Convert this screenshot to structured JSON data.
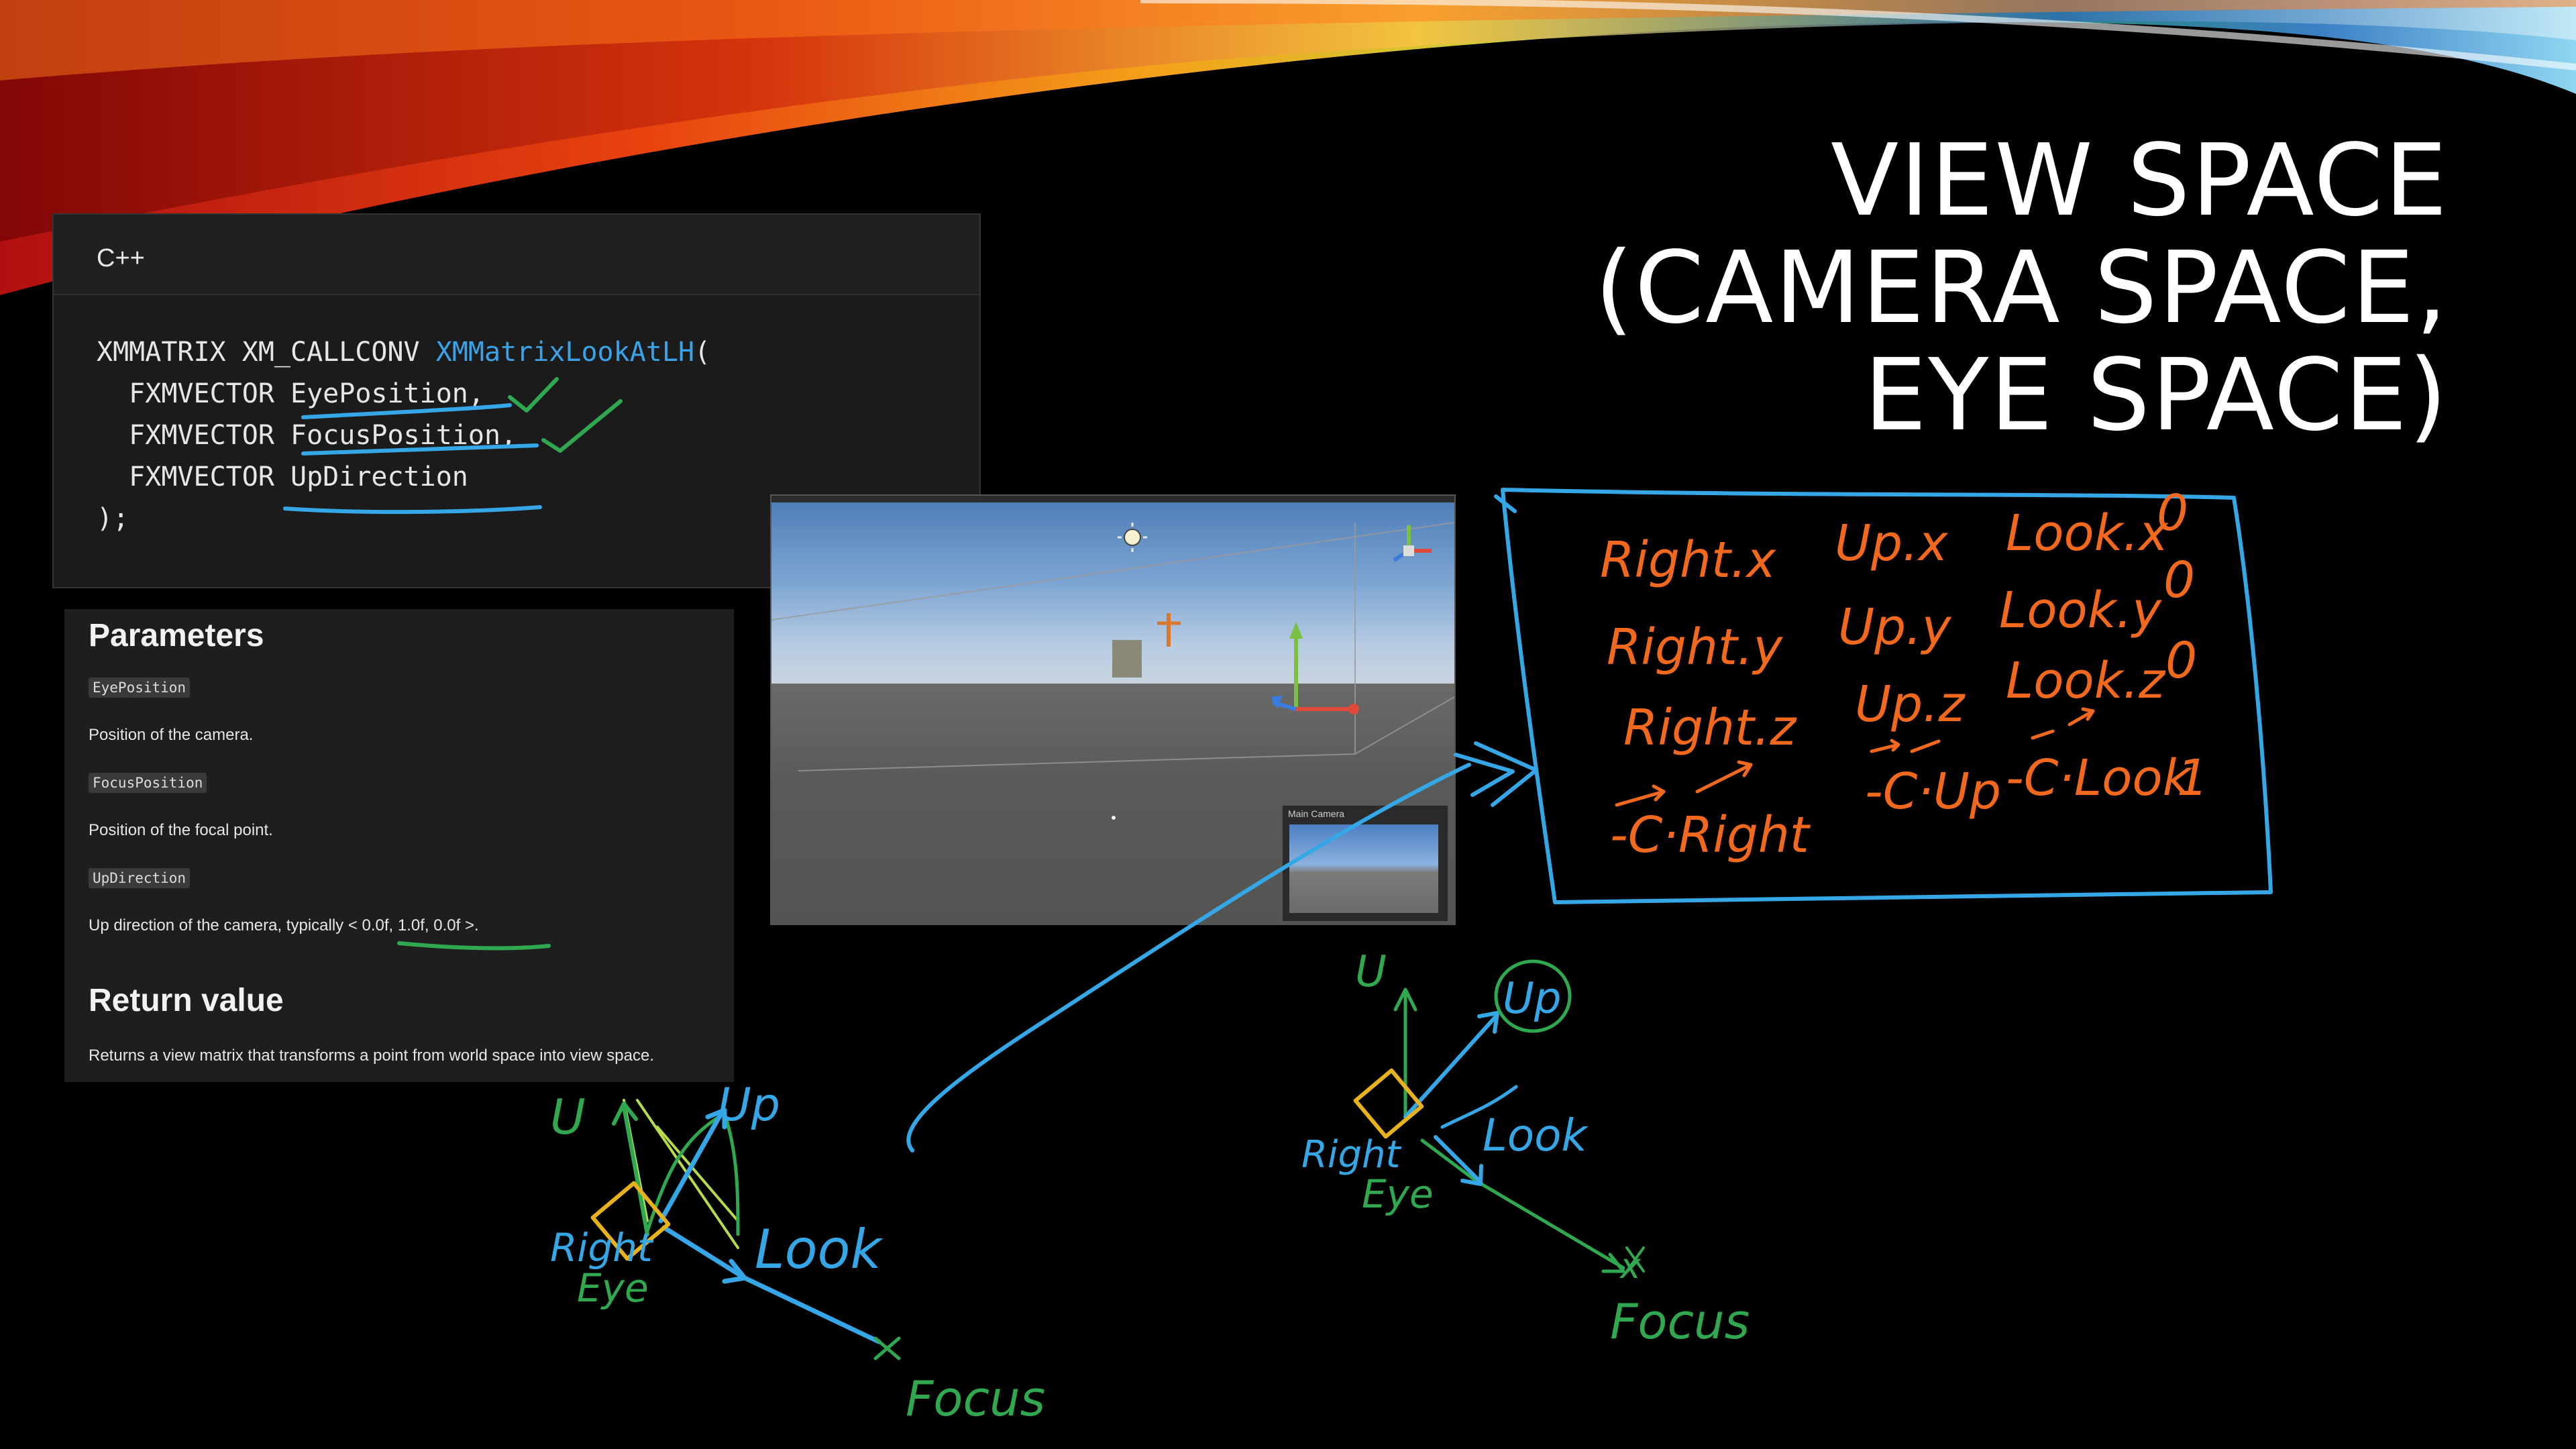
{
  "slide": {
    "title_lines": [
      "VIEW SPACE",
      "(CAMERA SPACE,",
      "EYE SPACE)"
    ]
  },
  "code": {
    "language": "C++",
    "lines": [
      {
        "prefix": "XMMATRIX XM_CALLCONV ",
        "fn": "XMMatrixLookAtLH",
        "suffix": "("
      },
      {
        "text": "  FXMVECTOR EyePosition,"
      },
      {
        "text": "  FXMVECTOR FocusPosition,"
      },
      {
        "text": "  FXMVECTOR UpDirection"
      },
      {
        "text": ");"
      }
    ]
  },
  "docs": {
    "parameters_heading": "Parameters",
    "params": [
      {
        "name": "EyePosition",
        "desc": "Position of the camera."
      },
      {
        "name": "FocusPosition",
        "desc": "Position of the focal point."
      },
      {
        "name": "UpDirection",
        "desc": "Up direction of the camera, typically < 0.0f, 1.0f, 0.0f >."
      }
    ],
    "return_heading": "Return value",
    "return_desc": "Returns a view matrix that transforms a point from world space into view space."
  },
  "viewport": {
    "preview_label": "Main Camera"
  },
  "matrix": {
    "rows": [
      [
        "Right.x",
        "Up.x",
        "Look.x",
        "0"
      ],
      [
        "Right.y",
        "Up.y",
        "Look.y",
        "0"
      ],
      [
        "Right.z",
        "Up.z",
        "Look.z",
        "0"
      ],
      [
        "-C·Right",
        "-C·Up",
        "-C·Look",
        "1"
      ]
    ]
  },
  "diagram_left": {
    "labels": {
      "u": "U",
      "up": "Up",
      "right": "Right",
      "eye": "Eye",
      "look": "Look",
      "focus": "Focus"
    }
  },
  "diagram_right": {
    "labels": {
      "u": "U",
      "up": "Up",
      "right": "Right",
      "eye": "Eye",
      "look": "Look",
      "x": "x",
      "focus": "Focus"
    }
  },
  "colors": {
    "ink_blue": "#35a7e6",
    "ink_green": "#2fa84f",
    "ink_orange": "#f2691e",
    "ink_yellow": "#e8b21c",
    "code_fn": "#3aa3e8"
  }
}
